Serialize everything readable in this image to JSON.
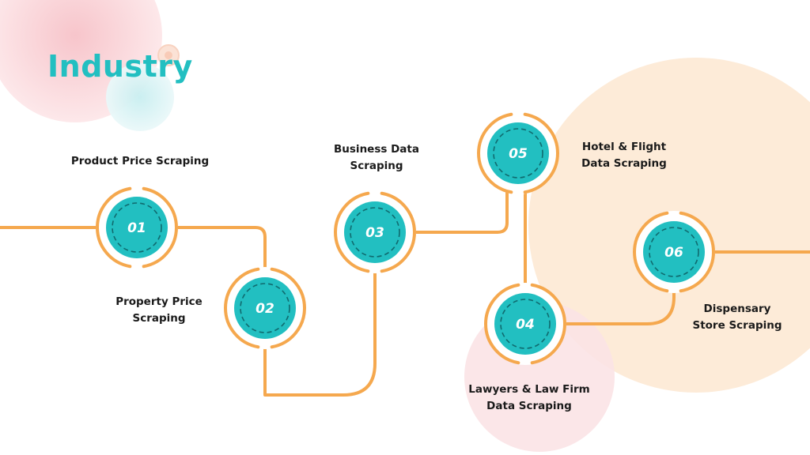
{
  "title": "Industry",
  "colors": {
    "accent": "#22bfc1",
    "path": "#f5a84e",
    "peach_circle": "#fdebd8",
    "pink_circle": "#fbe3e6",
    "text": "#1a1a1a"
  },
  "steps": [
    {
      "number": "01",
      "label_lines": [
        "Product Price Scraping"
      ]
    },
    {
      "number": "02",
      "label_lines": [
        "Property Price",
        "Scraping"
      ]
    },
    {
      "number": "03",
      "label_lines": [
        "Business Data",
        "Scraping"
      ]
    },
    {
      "number": "04",
      "label_lines": [
        "Lawyers & Law Firm",
        "Data Scraping"
      ]
    },
    {
      "number": "05",
      "label_lines": [
        "Hotel & Flight",
        "Data Scraping"
      ]
    },
    {
      "number": "06",
      "label_lines": [
        "Dispensary",
        "Store Scraping"
      ]
    }
  ]
}
